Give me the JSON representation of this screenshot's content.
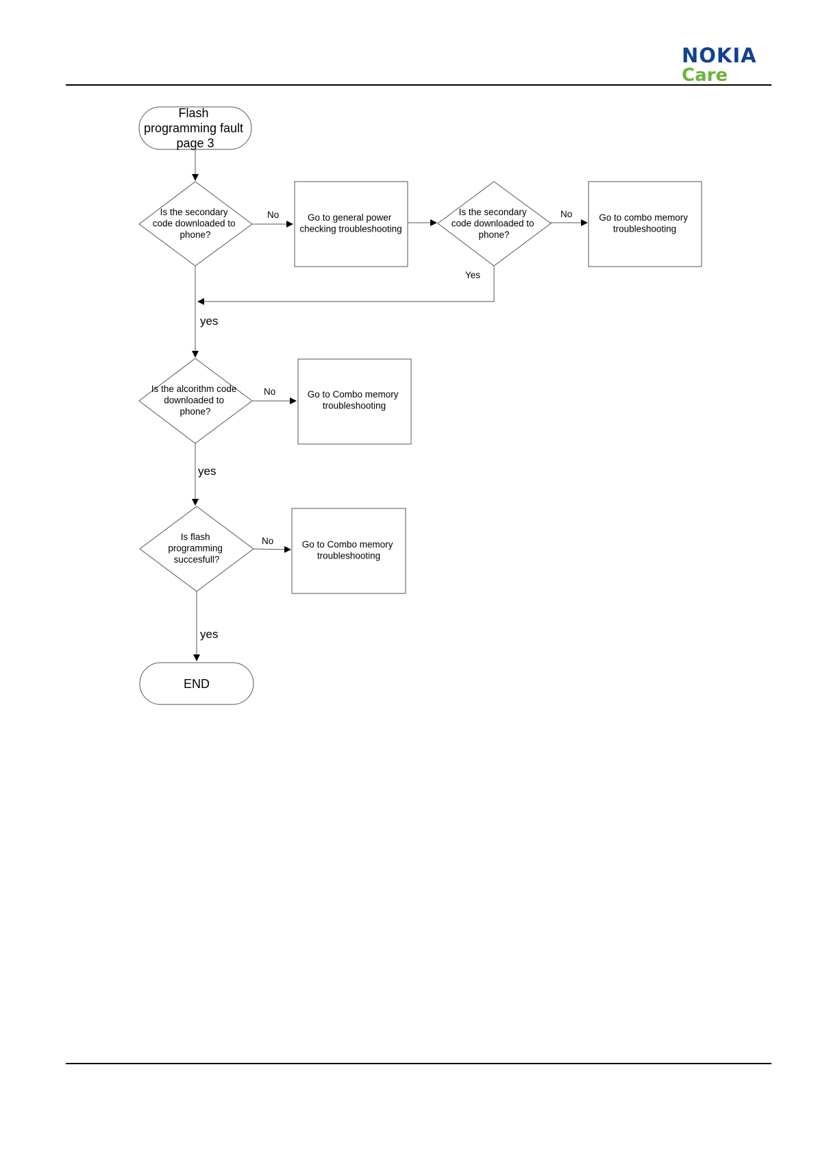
{
  "header": {
    "logo_word": "NOKIA",
    "logo_sub": "Care",
    "brand_blue": "#124191",
    "brand_green": "#6cb33e"
  },
  "flowchart": {
    "start": [
      "Flash",
      "programming fault",
      "page 3"
    ],
    "decision1": [
      "Is the  secondary",
      "code downloaded to",
      "phone?"
    ],
    "box_power": [
      "Go to general power",
      "checking troubleshooting"
    ],
    "decision2": [
      "Is the secondary",
      "code downloaded to",
      "phone?"
    ],
    "box_combo1": [
      "Go to combo memory",
      "troubleshooting"
    ],
    "decision3": [
      "Is the alcorithm code",
      "downloaded to",
      "phone?"
    ],
    "box_combo2": [
      "Go to Combo memory",
      "troubleshooting"
    ],
    "decision4": [
      "Is flash",
      "programming",
      "succesfull?"
    ],
    "box_combo3": [
      "Go to Combo memory",
      "troubleshooting"
    ],
    "end": "END",
    "edge_labels": {
      "no_1": "No",
      "no_2": "No",
      "yes_2": "Yes",
      "yes_merge": "yes",
      "no_3": "No",
      "yes_3": "yes",
      "no_4": "No",
      "yes_4": "yes"
    }
  }
}
